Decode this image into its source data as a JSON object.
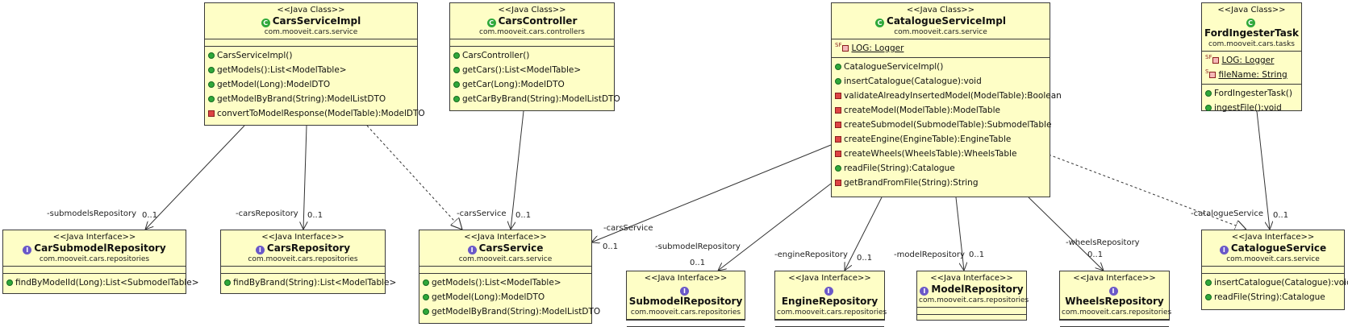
{
  "classes": {
    "cars_service_impl": {
      "stereotype": "<<Java Class>>",
      "name": "CarsServiceImpl",
      "package": "com.mooveit.cars.service",
      "fields": [],
      "methods": [
        {
          "vis": "ctor",
          "text": "CarsServiceImpl()"
        },
        {
          "vis": "public",
          "text": "getModels():List<ModelTable>"
        },
        {
          "vis": "public",
          "text": "getModel(Long):ModelDTO"
        },
        {
          "vis": "public",
          "text": "getModelByBrand(String):ModelListDTO"
        },
        {
          "vis": "private",
          "text": "convertToModelResponse(ModelTable):ModelDTO"
        }
      ]
    },
    "cars_controller": {
      "stereotype": "<<Java Class>>",
      "name": "CarsController",
      "package": "com.mooveit.cars.controllers",
      "fields": [],
      "methods": [
        {
          "vis": "ctor",
          "text": "CarsController()"
        },
        {
          "vis": "public",
          "text": "getCars():List<ModelTable>"
        },
        {
          "vis": "public",
          "text": "getCar(Long):ModelDTO"
        },
        {
          "vis": "public",
          "text": "getCarByBrand(String):ModelListDTO"
        }
      ]
    },
    "catalogue_service_impl": {
      "stereotype": "<<Java Class>>",
      "name": "CatalogueServiceImpl",
      "package": "com.mooveit.cars.service",
      "fields": [
        {
          "mods": "S F",
          "text": "LOG: Logger"
        }
      ],
      "methods": [
        {
          "vis": "ctor",
          "text": "CatalogueServiceImpl()"
        },
        {
          "vis": "public",
          "text": "insertCatalogue(Catalogue):void"
        },
        {
          "vis": "private",
          "text": "validateAlreadyInsertedModel(ModelTable):Boolean"
        },
        {
          "vis": "private",
          "text": "createModel(ModelTable):ModelTable"
        },
        {
          "vis": "private",
          "text": "createSubmodel(SubmodelTable):SubmodelTable"
        },
        {
          "vis": "private",
          "text": "createEngine(EngineTable):EngineTable"
        },
        {
          "vis": "private",
          "text": "createWheels(WheelsTable):WheelsTable"
        },
        {
          "vis": "public",
          "text": "readFile(String):Catalogue"
        },
        {
          "vis": "private",
          "text": "getBrandFromFile(String):String"
        }
      ]
    },
    "ford_ingester_task": {
      "stereotype": "<<Java Class>>",
      "name": "FordIngesterTask",
      "package": "com.mooveit.cars.tasks",
      "fields": [
        {
          "mods": "S F",
          "text": "LOG: Logger"
        },
        {
          "mods": "S",
          "text": "fileName: String"
        }
      ],
      "methods": [
        {
          "vis": "ctor",
          "text": "FordIngesterTask()"
        },
        {
          "vis": "public",
          "text": "ingestFile():void"
        }
      ]
    },
    "car_submodel_repository": {
      "stereotype": "<<Java Interface>>",
      "name": "CarSubmodelRepository",
      "package": "com.mooveit.cars.repositories",
      "methods": [
        {
          "vis": "public",
          "text": "findByModelId(Long):List<SubmodelTable>"
        }
      ]
    },
    "cars_repository": {
      "stereotype": "<<Java Interface>>",
      "name": "CarsRepository",
      "package": "com.mooveit.cars.repositories",
      "methods": [
        {
          "vis": "public",
          "text": "findByBrand(String):List<ModelTable>"
        }
      ]
    },
    "cars_service": {
      "stereotype": "<<Java Interface>>",
      "name": "CarsService",
      "package": "com.mooveit.cars.service",
      "methods": [
        {
          "vis": "public",
          "text": "getModels():List<ModelTable>"
        },
        {
          "vis": "public",
          "text": "getModel(Long):ModelDTO"
        },
        {
          "vis": "public",
          "text": "getModelByBrand(String):ModelListDTO"
        }
      ]
    },
    "submodel_repository": {
      "stereotype": "<<Java Interface>>",
      "name": "SubmodelRepository",
      "package": "com.mooveit.cars.repositories",
      "methods": []
    },
    "engine_repository": {
      "stereotype": "<<Java Interface>>",
      "name": "EngineRepository",
      "package": "com.mooveit.cars.repositories",
      "methods": []
    },
    "model_repository": {
      "stereotype": "<<Java Interface>>",
      "name": "ModelRepository",
      "package": "com.mooveit.cars.repositories",
      "methods": []
    },
    "wheels_repository": {
      "stereotype": "<<Java Interface>>",
      "name": "WheelsRepository",
      "package": "com.mooveit.cars.repositories",
      "methods": []
    },
    "catalogue_service": {
      "stereotype": "<<Java Interface>>",
      "name": "CatalogueService",
      "package": "com.mooveit.cars.service",
      "methods": [
        {
          "vis": "public",
          "text": "insertCatalogue(Catalogue):void"
        },
        {
          "vis": "public",
          "text": "readFile(String):Catalogue"
        }
      ]
    }
  },
  "associations": {
    "submodels_repository_role": "-submodelsRepository",
    "submodels_repository_mult": "0..1",
    "cars_repository_role": "-carsRepository",
    "cars_repository_mult": "0..1",
    "controller_cars_service_role": "-carsService",
    "controller_cars_service_mult": "0..1",
    "catalogue_cars_service_role": "-carsService",
    "catalogue_cars_service_mult": "0..1",
    "submodel_repository_role": "-submodelRepository",
    "submodel_repository_mult": "0..1",
    "engine_repository_role": "-engineRepository",
    "engine_repository_mult": "0..1",
    "model_repository_role": "-modelRepository",
    "model_repository_mult": "0..1",
    "wheels_repository_role": "-wheelsRepository",
    "wheels_repository_mult": "0..1",
    "catalogue_service_role": "-catalogueService",
    "catalogue_service_mult": "0..1"
  }
}
